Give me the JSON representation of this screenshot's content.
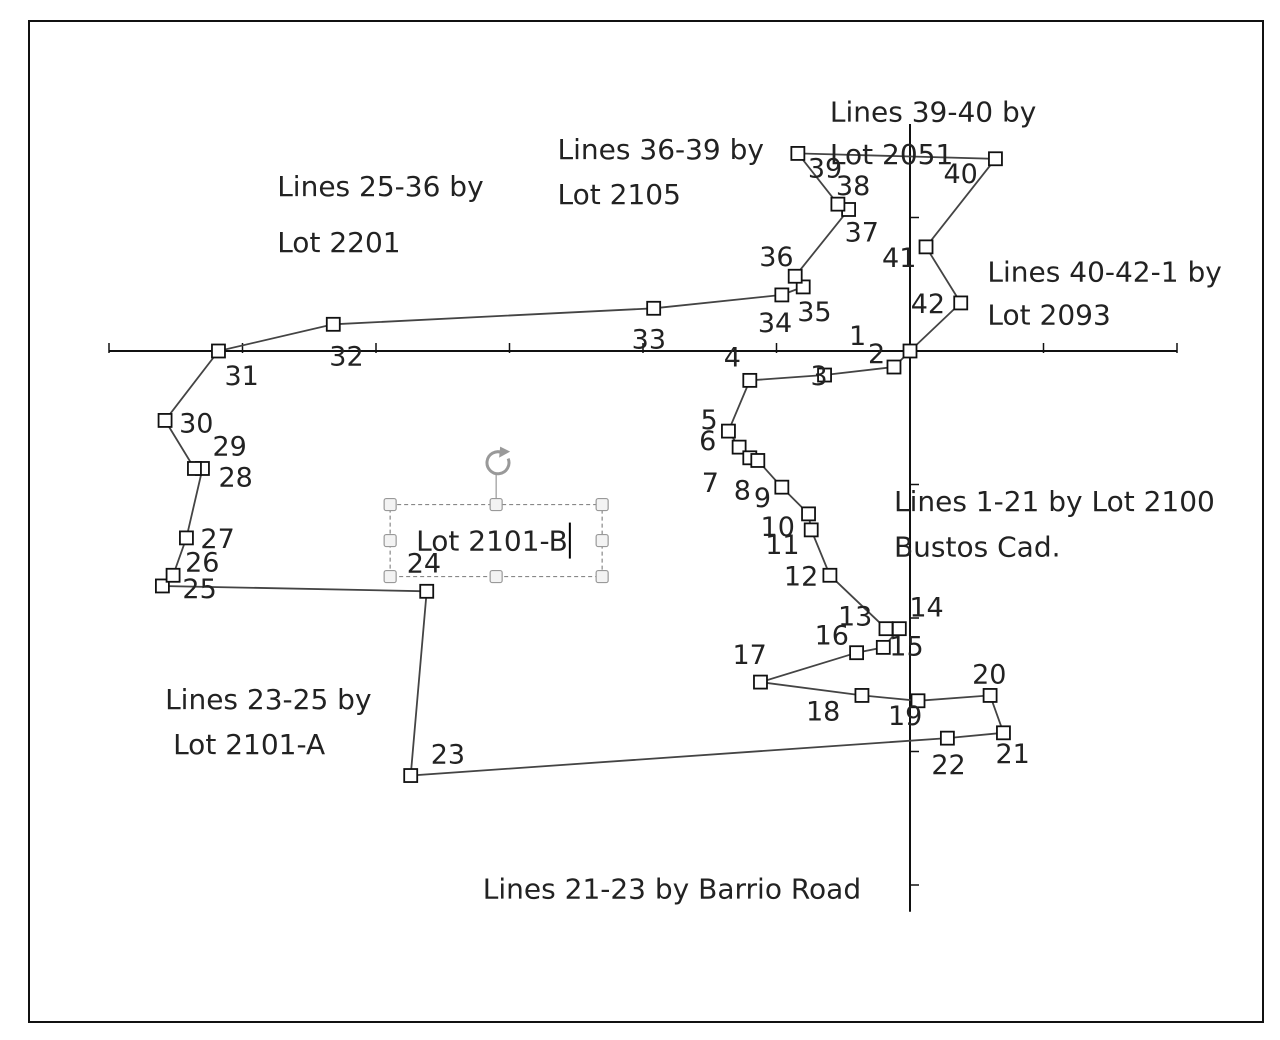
{
  "chart_data": {
    "type": "scatter",
    "title": "",
    "xlabel": "",
    "ylabel": "",
    "grid": false,
    "legend": "none",
    "xlim": [
      -300,
      100
    ],
    "ylim": [
      -210,
      85
    ],
    "axis_crossing": [
      0,
      0
    ],
    "colors": {
      "line": "#444444",
      "marker": "#111111",
      "axis": "#111111"
    },
    "points": [
      {
        "label": "1",
        "x": -6,
        "y": -6
      },
      {
        "label": "2",
        "x": 0,
        "y": 0
      },
      {
        "label": "3",
        "x": -32,
        "y": -9
      },
      {
        "label": "4",
        "x": -60,
        "y": -11
      },
      {
        "label": "5",
        "x": -68,
        "y": -30
      },
      {
        "label": "6",
        "x": -64,
        "y": -36
      },
      {
        "label": "7",
        "x": -60,
        "y": -40
      },
      {
        "label": "8",
        "x": -57,
        "y": -41
      },
      {
        "label": "9",
        "x": -48,
        "y": -51
      },
      {
        "label": "10",
        "x": -38,
        "y": -61
      },
      {
        "label": "11",
        "x": -37,
        "y": -67
      },
      {
        "label": "12",
        "x": -30,
        "y": -84
      },
      {
        "label": "13",
        "x": -9,
        "y": -104
      },
      {
        "label": "14",
        "x": -4,
        "y": -104
      },
      {
        "label": "15",
        "x": -10,
        "y": -111
      },
      {
        "label": "16",
        "x": -20,
        "y": -113
      },
      {
        "label": "17",
        "x": -56,
        "y": -124
      },
      {
        "label": "18",
        "x": -18,
        "y": -129
      },
      {
        "label": "19",
        "x": 3,
        "y": -131
      },
      {
        "label": "20",
        "x": 30,
        "y": -129
      },
      {
        "label": "21",
        "x": 35,
        "y": -143
      },
      {
        "label": "22",
        "x": 14,
        "y": -145
      },
      {
        "label": "23",
        "x": -187,
        "y": -159
      },
      {
        "label": "24",
        "x": -181,
        "y": -90
      },
      {
        "label": "25",
        "x": -280,
        "y": -88
      },
      {
        "label": "26",
        "x": -276,
        "y": -84
      },
      {
        "label": "27",
        "x": -271,
        "y": -70
      },
      {
        "label": "28",
        "x": -265,
        "y": -44
      },
      {
        "label": "29",
        "x": -268,
        "y": -44
      },
      {
        "label": "30",
        "x": -279,
        "y": -26
      },
      {
        "label": "31",
        "x": -259,
        "y": 0
      },
      {
        "label": "32",
        "x": -216,
        "y": 10
      },
      {
        "label": "33",
        "x": -96,
        "y": 16
      },
      {
        "label": "34",
        "x": -48,
        "y": 21
      },
      {
        "label": "35",
        "x": -40,
        "y": 24
      },
      {
        "label": "36",
        "x": -43,
        "y": 28
      },
      {
        "label": "37",
        "x": -23,
        "y": 53
      },
      {
        "label": "38",
        "x": -27,
        "y": 55
      },
      {
        "label": "39",
        "x": -42,
        "y": 74
      },
      {
        "label": "40",
        "x": 32,
        "y": 72
      },
      {
        "label": "41",
        "x": 6,
        "y": 39
      },
      {
        "label": "42",
        "x": 19,
        "y": 18
      }
    ],
    "path_order": [
      "2",
      "1",
      "3",
      "4",
      "5",
      "6",
      "7",
      "8",
      "9",
      "10",
      "11",
      "12",
      "13",
      "14",
      "15",
      "16",
      "17",
      "18",
      "19",
      "20",
      "21",
      "22",
      "23",
      "24",
      "25",
      "26",
      "27",
      "28",
      "29",
      "30",
      "31",
      "32",
      "33",
      "34",
      "35",
      "36",
      "37",
      "38",
      "39",
      "40",
      "41",
      "42",
      "2"
    ],
    "annotations": [
      {
        "text": "Lines 39-40 by",
        "x": -30,
        "y": 86
      },
      {
        "text": "Lot 2051",
        "x": -30,
        "y": 70
      },
      {
        "text": "Lines 36-39 by",
        "x": -132,
        "y": 72
      },
      {
        "text": "Lot 2105",
        "x": -132,
        "y": 55
      },
      {
        "text": "Lines 25-36 by",
        "x": -237,
        "y": 58
      },
      {
        "text": "Lot 2201",
        "x": -237,
        "y": 37
      },
      {
        "text": "Lines 40-42-1 by",
        "x": 29,
        "y": 26
      },
      {
        "text": "Lot 2093",
        "x": 29,
        "y": 10
      },
      {
        "text": "Lines 1-21 by Lot 2100",
        "x": -6,
        "y": -60
      },
      {
        "text": "Bustos Cad.",
        "x": -6,
        "y": -77
      },
      {
        "text": "Lines 23-25 by",
        "x": -279,
        "y": -134
      },
      {
        "text": "Lot 2101-A",
        "x": -276,
        "y": -151
      },
      {
        "text": "Lines 21-23 by Barrio Road",
        "x": -160,
        "y": -205
      }
    ],
    "textbox": {
      "text": "Lot 2101-B",
      "x": -155,
      "y": -71
    }
  }
}
